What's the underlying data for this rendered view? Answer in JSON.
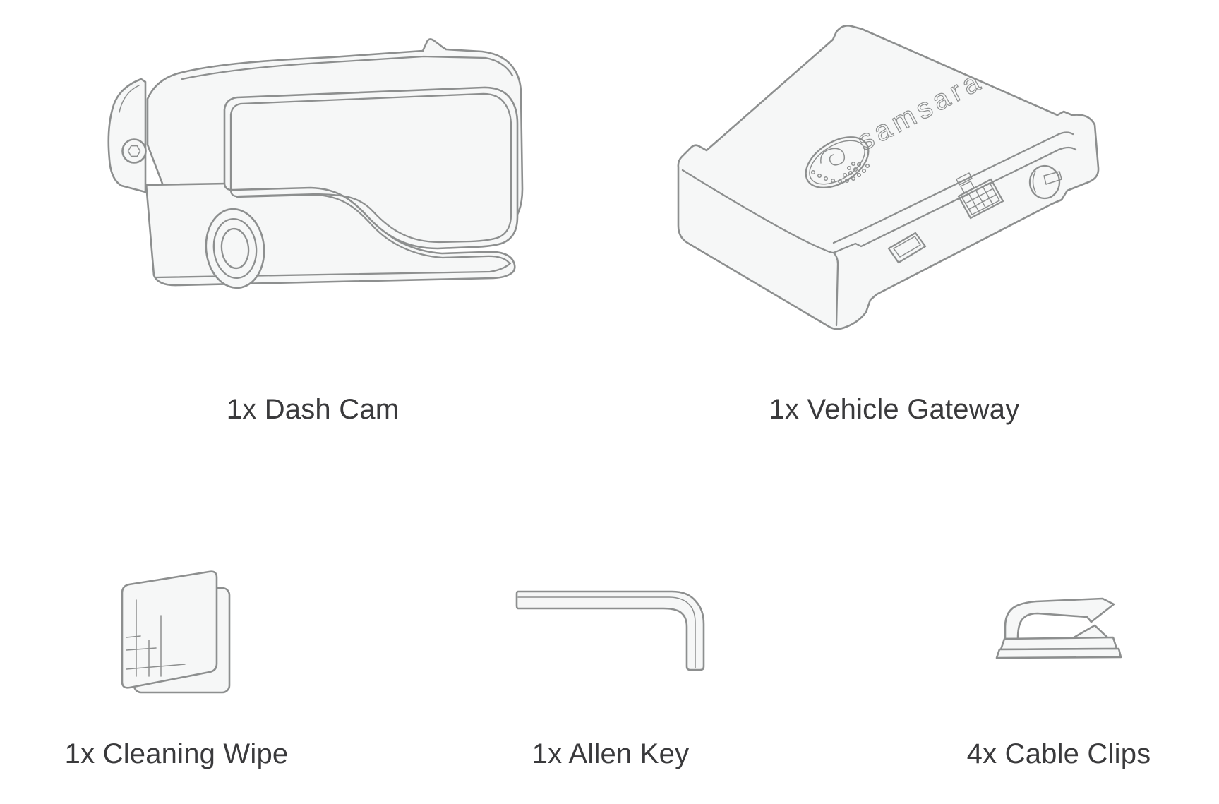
{
  "page": {
    "description": "Kit contents diagram showing included hardware items"
  },
  "palette": {
    "background": "#ffffff",
    "line": "#8d8f8f",
    "fill": "#f6f7f7",
    "text": "#3a3a3c"
  },
  "items": [
    {
      "id": "dash-cam",
      "label": "1x Dash Cam"
    },
    {
      "id": "vehicle-gateway",
      "label": "1x Vehicle Gateway",
      "brand_text": "samsara"
    },
    {
      "id": "cleaning-wipe",
      "label": "1x Cleaning Wipe"
    },
    {
      "id": "allen-key",
      "label": "1x Allen Key"
    },
    {
      "id": "cable-clips",
      "label": "4x Cable Clips"
    }
  ]
}
